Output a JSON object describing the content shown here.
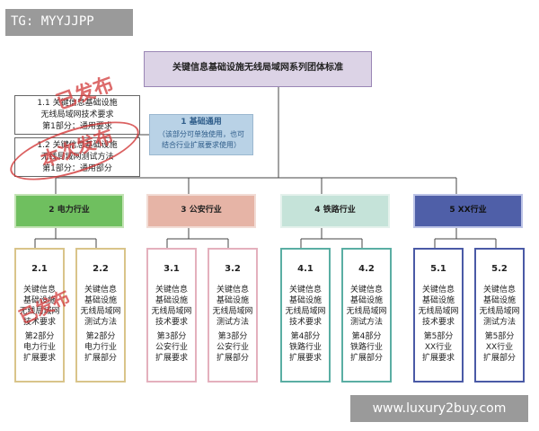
{
  "tag_label": "TG: MYYJJPP",
  "watermark": "www.luxury2buy.com",
  "stamp_labels": [
    "已发布",
    "本次发布",
    "已发布"
  ],
  "top_box": {
    "title": "关键信息基础设施无线局域网系列团体标准"
  },
  "part1": {
    "title": "1 基础通用",
    "note_line1": "（该部分可单独使用，也可",
    "note_line2": "结合行业扩展要求使用）"
  },
  "left_boxes": [
    {
      "line1": "1.1 关键信息基础设施",
      "line2": "无线局域网技术要求",
      "line3": "第1部分：通用要求"
    },
    {
      "line1": "1.2 关键信息基础设施",
      "line2": "无线局域网测试方法",
      "line3": "第1部分：通用部分"
    }
  ],
  "industries": [
    {
      "header": "2 电力行业",
      "items": [
        {
          "number": "2.1",
          "lines": [
            "关键信息",
            "基础设施",
            "无线局域网",
            "技术要求"
          ],
          "part_lines": [
            "第2部分",
            "电力行业",
            "扩展要求"
          ]
        },
        {
          "number": "2.2",
          "lines": [
            "关键信息",
            "基础设施",
            "无线局域网",
            "测试方法"
          ],
          "part_lines": [
            "第2部分",
            "电力行业",
            "扩展部分"
          ]
        }
      ]
    },
    {
      "header": "3 公安行业",
      "items": [
        {
          "number": "3.1",
          "lines": [
            "关键信息",
            "基础设施",
            "无线局域网",
            "技术要求"
          ],
          "part_lines": [
            "第3部分",
            "公安行业",
            "扩展要求"
          ]
        },
        {
          "number": "3.2",
          "lines": [
            "关键信息",
            "基础设施",
            "无线局域网",
            "测试方法"
          ],
          "part_lines": [
            "第3部分",
            "公安行业",
            "扩展部分"
          ]
        }
      ]
    },
    {
      "header": "4 铁路行业",
      "items": [
        {
          "number": "4.1",
          "lines": [
            "关键信息",
            "基础设施",
            "无线局域网",
            "技术要求"
          ],
          "part_lines": [
            "第4部分",
            "铁路行业",
            "扩展要求"
          ]
        },
        {
          "number": "4.2",
          "lines": [
            "关键信息",
            "基础设施",
            "无线局域网",
            "测试方法"
          ],
          "part_lines": [
            "第4部分",
            "铁路行业",
            "扩展部分"
          ]
        }
      ]
    },
    {
      "header": "5 XX行业",
      "items": [
        {
          "number": "5.1",
          "lines": [
            "关键信息",
            "基础设施",
            "无线局域网",
            "技术要求"
          ],
          "part_lines": [
            "第5部分",
            "XX行业",
            "扩展要求"
          ]
        },
        {
          "number": "5.2",
          "lines": [
            "关键信息",
            "基础设施",
            "无线局域网",
            "测试方法"
          ],
          "part_lines": [
            "第5部分",
            "XX行业",
            "扩展部分"
          ]
        }
      ]
    }
  ],
  "colors": {
    "top_fill": "#dcd3e6",
    "top_border": "#9a86b5",
    "part1_fill": "#b9d2e6",
    "part1_text": "#2f5d8a",
    "left_border": "#666666",
    "connector": "#444444",
    "industry_fills": [
      "#6fbf5f",
      "#e6b4a6",
      "#c5e3d9",
      "#4f5fa8"
    ],
    "industry_borders": [
      "#c3e3b5",
      "#f2dcd5",
      "#e4f1ec",
      "#bcc3e6"
    ],
    "item_borders": [
      "#d9c48a",
      "#e4b0bd",
      "#5aaea3",
      "#4a5aa6"
    ],
    "stamp": "#d23a3a"
  }
}
